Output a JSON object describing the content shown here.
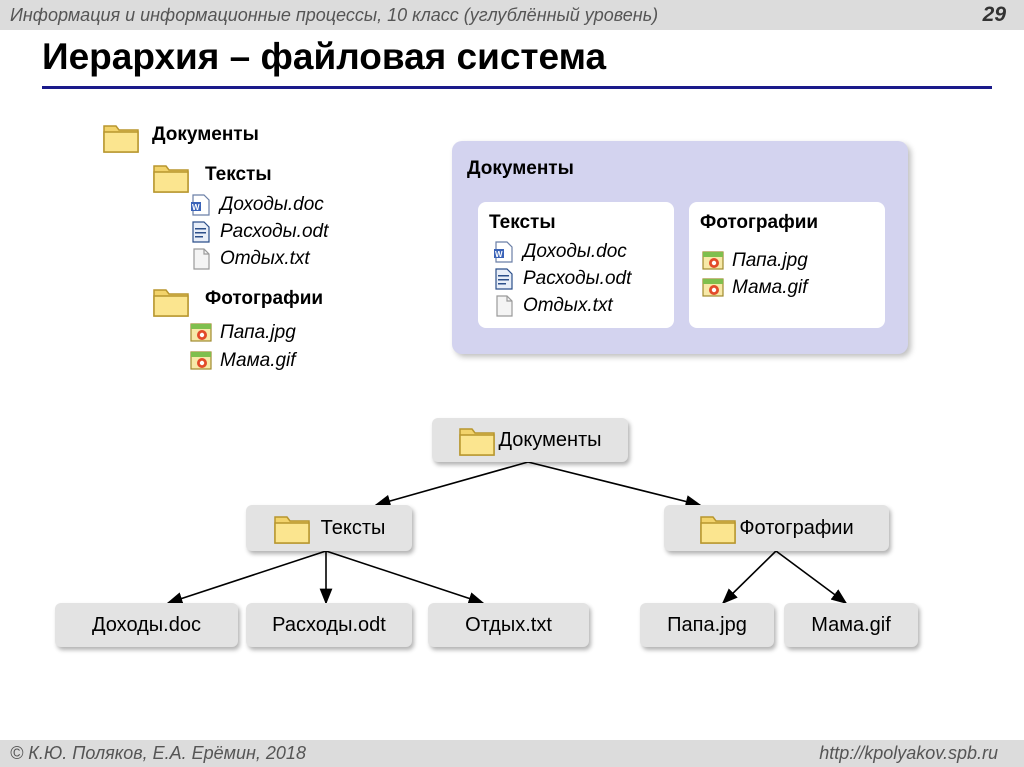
{
  "header": {
    "subtitle": "Информация и информационные процессы, 10 класс (углублённый уровень)",
    "page_number": "29"
  },
  "title": "Иерархия – файловая система",
  "tree_list": {
    "root": "Документы",
    "texts_folder": "Тексты",
    "texts_files": [
      "Доходы.doc",
      "Расходы.odt",
      "Отдых.txt"
    ],
    "photos_folder": "Фотографии",
    "photos_files": [
      "Папа.jpg",
      "Мама.gif"
    ]
  },
  "nested_view": {
    "outer_label": "Документы",
    "texts_label": "Тексты",
    "texts_files": [
      "Доходы.doc",
      "Расходы.odt",
      "Отдых.txt"
    ],
    "photos_label": "Фотографии",
    "photos_files": [
      "Папа.jpg",
      "Мама.gif"
    ]
  },
  "tree_diagram": {
    "root": "Документы",
    "left": "Тексты",
    "right": "Фотографии",
    "left_leaves": [
      "Доходы.doc",
      "Расходы.odt",
      "Отдых.txt"
    ],
    "right_leaves": [
      "Папа.jpg",
      "Мама.gif"
    ]
  },
  "footer": {
    "left": "© К.Ю. Поляков, Е.А. Ерёмин, 2018",
    "right": "http://kpolyakov.spb.ru"
  },
  "icons": {
    "folder": "folder-icon",
    "doc": "word-document-icon",
    "odt": "writer-document-icon",
    "txt": "text-file-icon",
    "image": "image-file-icon"
  },
  "colors": {
    "title_rule": "#1a1a8a",
    "nested_background": "#d3d3ef",
    "node_fill": "#e3e3e3"
  }
}
